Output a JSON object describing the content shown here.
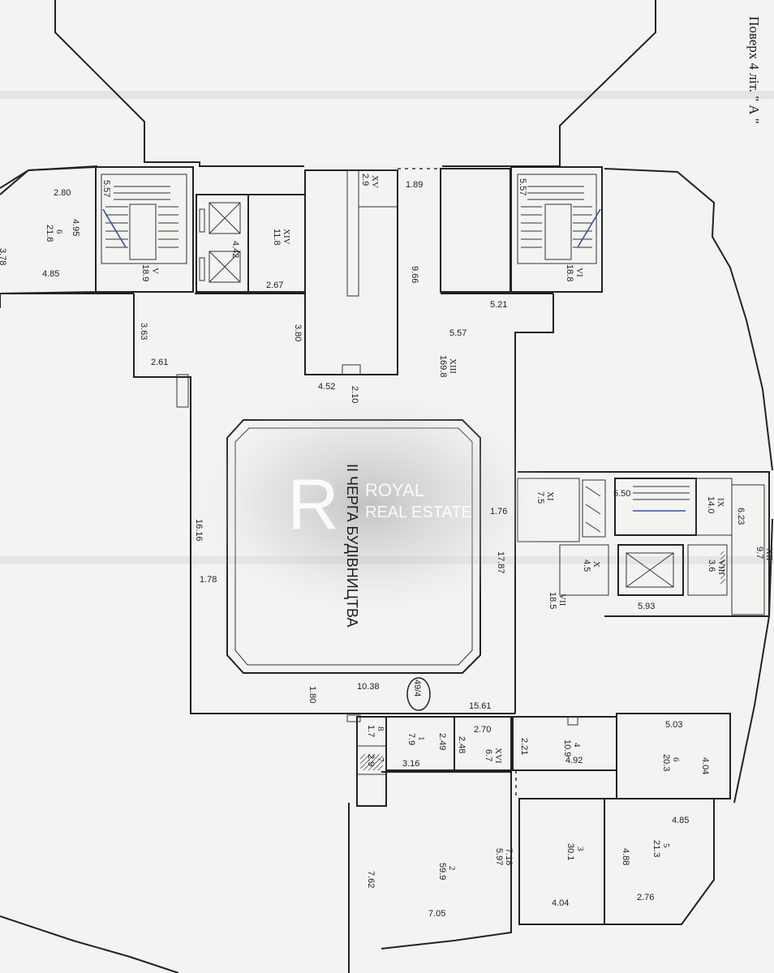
{
  "header": "Поверх 4 літ. \" А \"",
  "center_label": "ІІ ЧЕРГА БУДІВНИЦТВА",
  "plot_number": "49/4",
  "watermark": {
    "brand": "ROYAL",
    "sub": "REAL ESTATE",
    "monogram": "R"
  },
  "dimensions": {
    "d1": "2.80",
    "d2": "4.95",
    "d3": "4.85",
    "d4": "5.57",
    "d5": "1.89",
    "d6": "5.57",
    "d7": "4.42",
    "d8": "2.67",
    "d9": "9.66",
    "d10": "3.63",
    "d11": "3.80",
    "d12": "5.21",
    "d13": "5.57",
    "d14": "2.61",
    "d15": "4.52",
    "d16": "2.10",
    "d17": "5.50",
    "d18": "6.23",
    "d19": "1.76",
    "d20": "16.16",
    "d21": "17.87",
    "d22": "1.78",
    "d23": "5.93",
    "d24": "1.80",
    "d25": "10.38",
    "d26": "15.61",
    "d27": "2.70",
    "d28": "5.03",
    "d29": "2.49",
    "d30": "2.48",
    "d31": "2.21",
    "d32": "4.92",
    "d33": "3.16",
    "d34": "4.04",
    "d35": "4.85",
    "d36": "5.97",
    "d37": "7.18",
    "d38": "4.88",
    "d39": "7.62",
    "d40": "4.04",
    "d41": "2.76",
    "d42": "7.05",
    "d43": "3.78"
  },
  "rooms": {
    "r6a": {
      "num": "6",
      "area": "21.8"
    },
    "rV": {
      "num": "V",
      "area": "18.9"
    },
    "rXIV": {
      "num": "XIV",
      "area": "11.8"
    },
    "rXV": {
      "num": "XV",
      "area": "2.9"
    },
    "rVI": {
      "num": "VI",
      "area": "18.8"
    },
    "rXIII": {
      "num": "XIII",
      "area": "169.8"
    },
    "rXI": {
      "num": "XI",
      "area": "7.5"
    },
    "rIX": {
      "num": "IX",
      "area": "14.0"
    },
    "rXII": {
      "num": "XII",
      "area": "9.7"
    },
    "rX": {
      "num": "X",
      "area": "4.5"
    },
    "rVIII": {
      "num": "VIII",
      "area": "3.6"
    },
    "rVII": {
      "num": "VII",
      "area": "18.5"
    },
    "r8": {
      "num": "8",
      "area": "1.7"
    },
    "r1": {
      "num": "1",
      "area": "7.9"
    },
    "rXVI": {
      "num": "XVI",
      "area": "6.7"
    },
    "r4": {
      "num": "4",
      "area": "10.9"
    },
    "r6b": {
      "num": "6",
      "area": "20.3"
    },
    "r7": {
      "num": "7",
      "area": "2.9"
    },
    "r2": {
      "num": "2",
      "area": "59.9"
    },
    "r3": {
      "num": "3",
      "area": "30.1"
    },
    "r5": {
      "num": "5",
      "area": "21.3"
    }
  }
}
